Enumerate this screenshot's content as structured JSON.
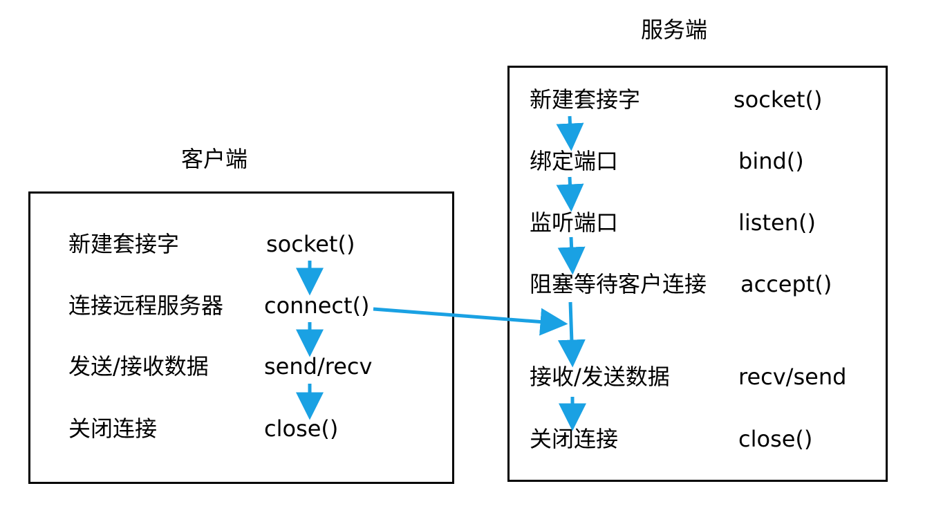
{
  "colors": {
    "arrow": "#1aa1e3",
    "border": "#000000",
    "text": "#000000"
  },
  "client": {
    "title": "客户端",
    "steps": [
      {
        "label": "新建套接字",
        "code": "socket()"
      },
      {
        "label": "连接远程服务器",
        "code": "connect()"
      },
      {
        "label": "发送/接收数据",
        "code": "send/recv"
      },
      {
        "label": "关闭连接",
        "code": "close()"
      }
    ]
  },
  "server": {
    "title": "服务端",
    "steps": [
      {
        "label": "新建套接字",
        "code": "socket()"
      },
      {
        "label": "绑定端口",
        "code": "bind()"
      },
      {
        "label": "监听端口",
        "code": "listen()"
      },
      {
        "label": "阻塞等待客户连接",
        "code": "accept()"
      },
      {
        "label": "接收/发送数据",
        "code": "recv/send"
      },
      {
        "label": "关闭连接",
        "code": "close()"
      }
    ]
  }
}
